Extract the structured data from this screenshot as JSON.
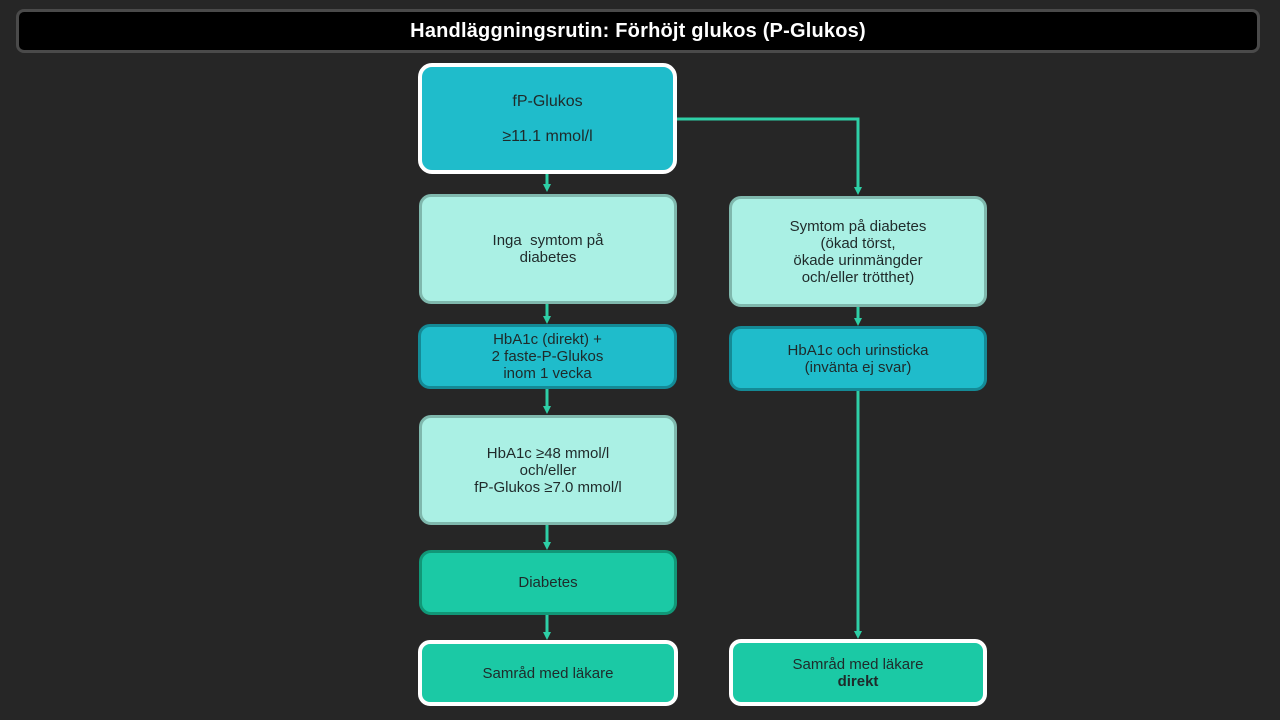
{
  "title": "Handläggningsrutin: Förhöjt glukos (P-Glukos)",
  "nodes": {
    "start": {
      "line1": "fP-Glukos",
      "line2": "≥11.1 mmol/l"
    },
    "no_symptoms": {
      "line1": "Inga  symtom på",
      "line2": "diabetes"
    },
    "symptoms": {
      "line1": "Symtom på diabetes",
      "line2": "(ökad törst,",
      "line3": "ökade urinmängder",
      "line4": "och/eller trötthet)"
    },
    "hba1c_direct": {
      "line1": "HbA1c (direkt) +",
      "line2": "2 faste-P-Glukos",
      "line3": "inom 1 vecka"
    },
    "hba1c_urine": {
      "line1": "HbA1c och urinsticka",
      "line2": "(invänta ej svar)"
    },
    "criteria": {
      "line1": "HbA1c ≥48 mmol/l",
      "line2": "och/eller",
      "line3": "fP-Glukos ≥7.0 mmol/l"
    },
    "diabetes": {
      "label": "Diabetes"
    },
    "consult_left": {
      "label": "Samråd med läkare"
    },
    "consult_right": {
      "line1": "Samråd med läkare",
      "line2": "direkt"
    }
  },
  "colors": {
    "background": "#262626",
    "arrow": "#2ecfa6",
    "light_box": "#aaf0e4",
    "teal_box": "#1fbccb",
    "green_box": "#1bc9a5"
  }
}
